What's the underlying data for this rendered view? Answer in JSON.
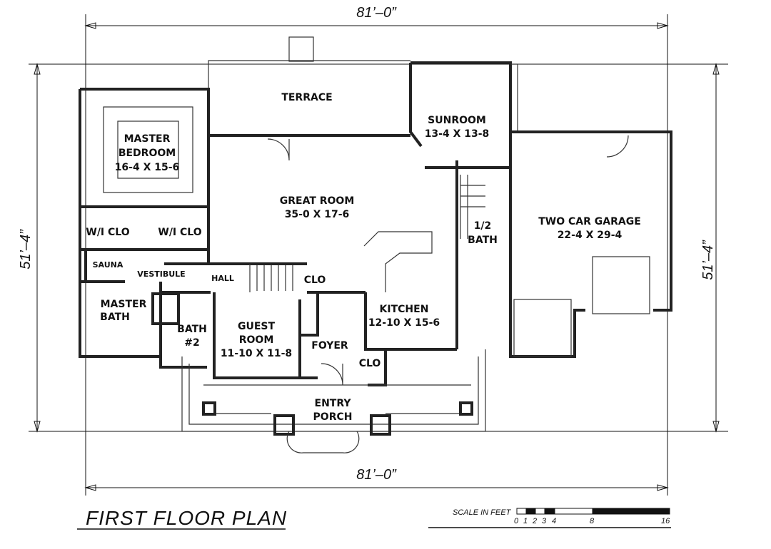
{
  "dimensions": {
    "top": "81’–0”",
    "bottom": "81’–0”",
    "left": "51’–4”",
    "right": "51’–4”"
  },
  "rooms": {
    "terrace": {
      "name": "TERRACE"
    },
    "sunroom": {
      "name": "SUNROOM",
      "size": "13-4 X 13-8"
    },
    "master_bedroom": {
      "name1": "MASTER",
      "name2": "BEDROOM",
      "size": "16-4 X 15-6"
    },
    "great_room": {
      "name": "GREAT ROOM",
      "size": "35-0 X 17-6"
    },
    "wi_clo_1": {
      "name": "W/I CLO"
    },
    "wi_clo_2": {
      "name": "W/I CLO"
    },
    "sauna": {
      "name": "SAUNA"
    },
    "vestibule": {
      "name": "VESTIBULE"
    },
    "hall": {
      "name": "HALL"
    },
    "clo_1": {
      "name": "CLO"
    },
    "master_bath": {
      "name1": "MASTER",
      "name2": "BATH"
    },
    "bath2": {
      "name1": "BATH",
      "name2": "#2"
    },
    "guest_room": {
      "name1": "GUEST",
      "name2": "ROOM",
      "size": "11-10 X 11-8"
    },
    "kitchen": {
      "name": "KITCHEN",
      "size": "12-10 X 15-6"
    },
    "foyer": {
      "name": "FOYER"
    },
    "clo_2": {
      "name": "CLO"
    },
    "entry_porch": {
      "name1": "ENTRY",
      "name2": "PORCH"
    },
    "half_bath": {
      "name1": "1/2",
      "name2": "BATH"
    },
    "garage": {
      "name": "TWO CAR GARAGE",
      "size": "22-4 X 29-4"
    }
  },
  "title": "FIRST FLOOR PLAN",
  "scale": {
    "label": "SCALE IN FEET",
    "ticks": [
      "0",
      "1",
      "2",
      "3",
      "4",
      "8",
      "16"
    ]
  }
}
